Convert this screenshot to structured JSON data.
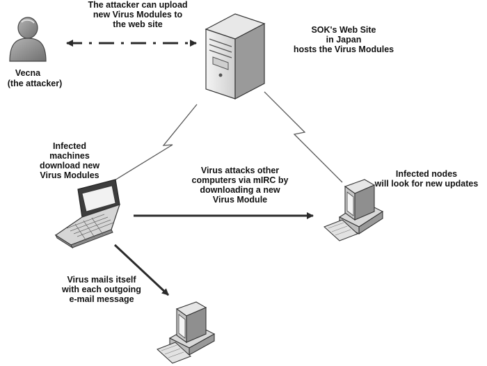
{
  "nodes": {
    "attacker": {
      "name": "Vecna",
      "role": "(the attacker)"
    },
    "server": {
      "label": "SOK's Web Site\nin Japan\nhosts the Virus Modules"
    },
    "infected_laptop": {
      "label": "Infected\nmachines\ndownload new\nVirus Modules"
    },
    "infected_nodes": {
      "label": "Infected nodes\nwill look for new updates"
    }
  },
  "edges": {
    "attacker_upload": {
      "label": "The attacker can upload\nnew Virus Modules to\nthe web site"
    },
    "mirc_spread": {
      "label": "Virus attacks other\ncomputers via mIRC by\ndownloading a new\nVirus Module"
    },
    "email_spread": {
      "label": "Virus mails itself\nwith each outgoing\ne-mail message"
    }
  },
  "icons": {
    "attacker": "person-icon",
    "server": "server-tower-icon",
    "laptop": "laptop-icon",
    "desktop": "desktop-computer-icon",
    "link": "lightning-link-icon"
  }
}
